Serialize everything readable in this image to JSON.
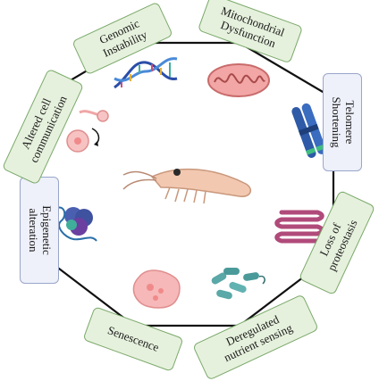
{
  "hallmarks": [
    {
      "id": "genomic",
      "text": "Genomic\nInstability",
      "style": "green"
    },
    {
      "id": "mito",
      "text": "Mitochondrial\nDysfunction",
      "style": "green"
    },
    {
      "id": "telomere",
      "text": "Telomere\nShortening",
      "style": "blue"
    },
    {
      "id": "proteostasis",
      "text": "Loss of\nproteostasis",
      "style": "green"
    },
    {
      "id": "nutrient",
      "text": "Deregulated\nnutrient sensing",
      "style": "green"
    },
    {
      "id": "senescence",
      "text": "Senescence",
      "style": "green"
    },
    {
      "id": "epigenetic",
      "text": "Epigenetic\nalteration",
      "style": "blue"
    },
    {
      "id": "altered",
      "text": "Altered cell\ncommunication",
      "style": "green"
    }
  ],
  "colors": {
    "green_fill": "#e6f1dd",
    "green_border": "#7aa96a",
    "blue_fill": "#eef0fa",
    "blue_border": "#9aa6c9",
    "octagon_stroke": "#111111"
  },
  "icons": {
    "center": "krill-icon",
    "genomic": "dna-helix-icon",
    "mito": "mitochondrion-icon",
    "telomere": "chromosome-icon",
    "proteostasis": "folded-protein-icon",
    "nutrient": "bacteria-icon",
    "senescence": "senescent-cell-icon",
    "epigenetic": "nucleosome-icon",
    "altered": "cell-signaling-icon"
  }
}
